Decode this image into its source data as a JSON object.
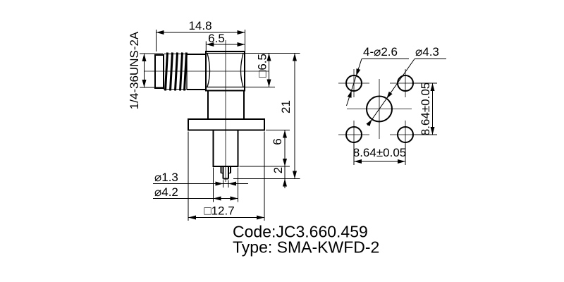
{
  "labels": {
    "thread_spec": "1/4-36UNS-2A",
    "width_overall": "14.8",
    "width_body": "6.5",
    "body_square": "□6.5",
    "height_overall": "21",
    "insulator_length": "6",
    "pin_length": "2",
    "pin_diameter": "⌀1.3",
    "insulator_diameter": "⌀4.2",
    "flange_square": "□12.7",
    "mount_holes": "4-⌀2.6",
    "center_hole": "⌀4.3",
    "hole_pitch_horizontal": "8.64±0.05",
    "hole_pitch_vertical": "8.64±0.05"
  },
  "footer": {
    "code": "Code:JC3.660.459",
    "type": "Type: SMA-KWFD-2"
  },
  "colors": {
    "line": "#000000",
    "background": "#ffffff"
  }
}
